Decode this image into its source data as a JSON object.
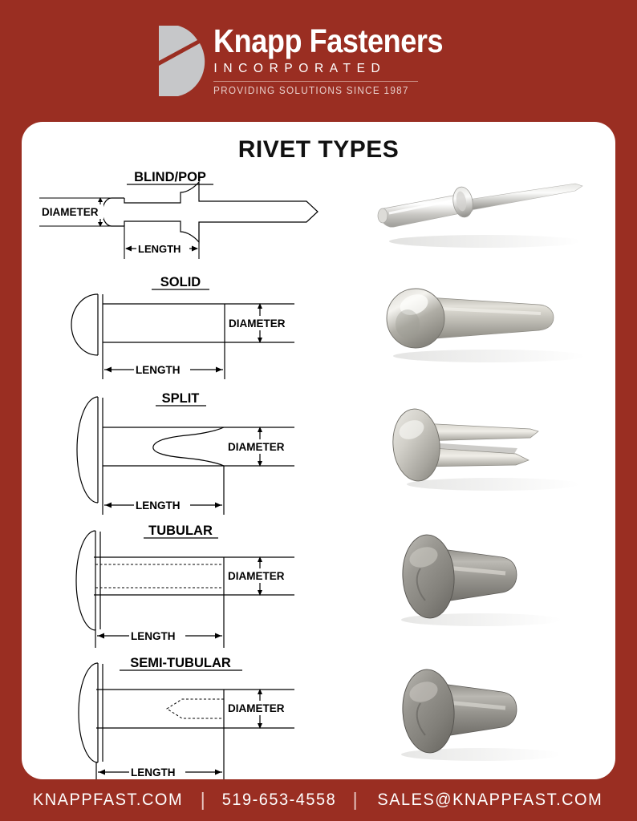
{
  "brand": {
    "logo_mark": "knapp-d-logo",
    "wordmark": "Knapp Fasteners",
    "subline": "INCORPORATED",
    "tagline": "PROVIDING SOLUTIONS SINCE 1987",
    "background_color": "#9a2e22",
    "mark_color": "#c6c7c9",
    "rule_color": "#c98d84"
  },
  "card": {
    "title": "RIVET TYPES",
    "background_color": "#ffffff"
  },
  "labels": {
    "diameter": "DIAMETER",
    "length": "LENGTH"
  },
  "rivets": [
    {
      "id": "blind-pop",
      "name": "BLIND/POP",
      "diameter_label": "DIAMETER",
      "length_label": "LENGTH",
      "photo_alt": "blind-pop-rivet-photo"
    },
    {
      "id": "solid",
      "name": "SOLID",
      "diameter_label": "DIAMETER",
      "length_label": "LENGTH",
      "photo_alt": "solid-rivet-photo"
    },
    {
      "id": "split",
      "name": "SPLIT",
      "diameter_label": "DIAMETER",
      "length_label": "LENGTH",
      "photo_alt": "split-rivet-photo"
    },
    {
      "id": "tubular",
      "name": "TUBULAR",
      "diameter_label": "DIAMETER",
      "length_label": "LENGTH",
      "photo_alt": "tubular-rivet-photo"
    },
    {
      "id": "semi-tubular",
      "name": "SEMI-TUBULAR",
      "diameter_label": "DIAMETER",
      "length_label": "LENGTH",
      "photo_alt": "semi-tubular-rivet-photo"
    }
  ],
  "footer": {
    "website": "KNAPPFAST.COM",
    "separator": "|",
    "phone": "519-653-4558",
    "email": "SALES@KNAPPFAST.COM"
  }
}
